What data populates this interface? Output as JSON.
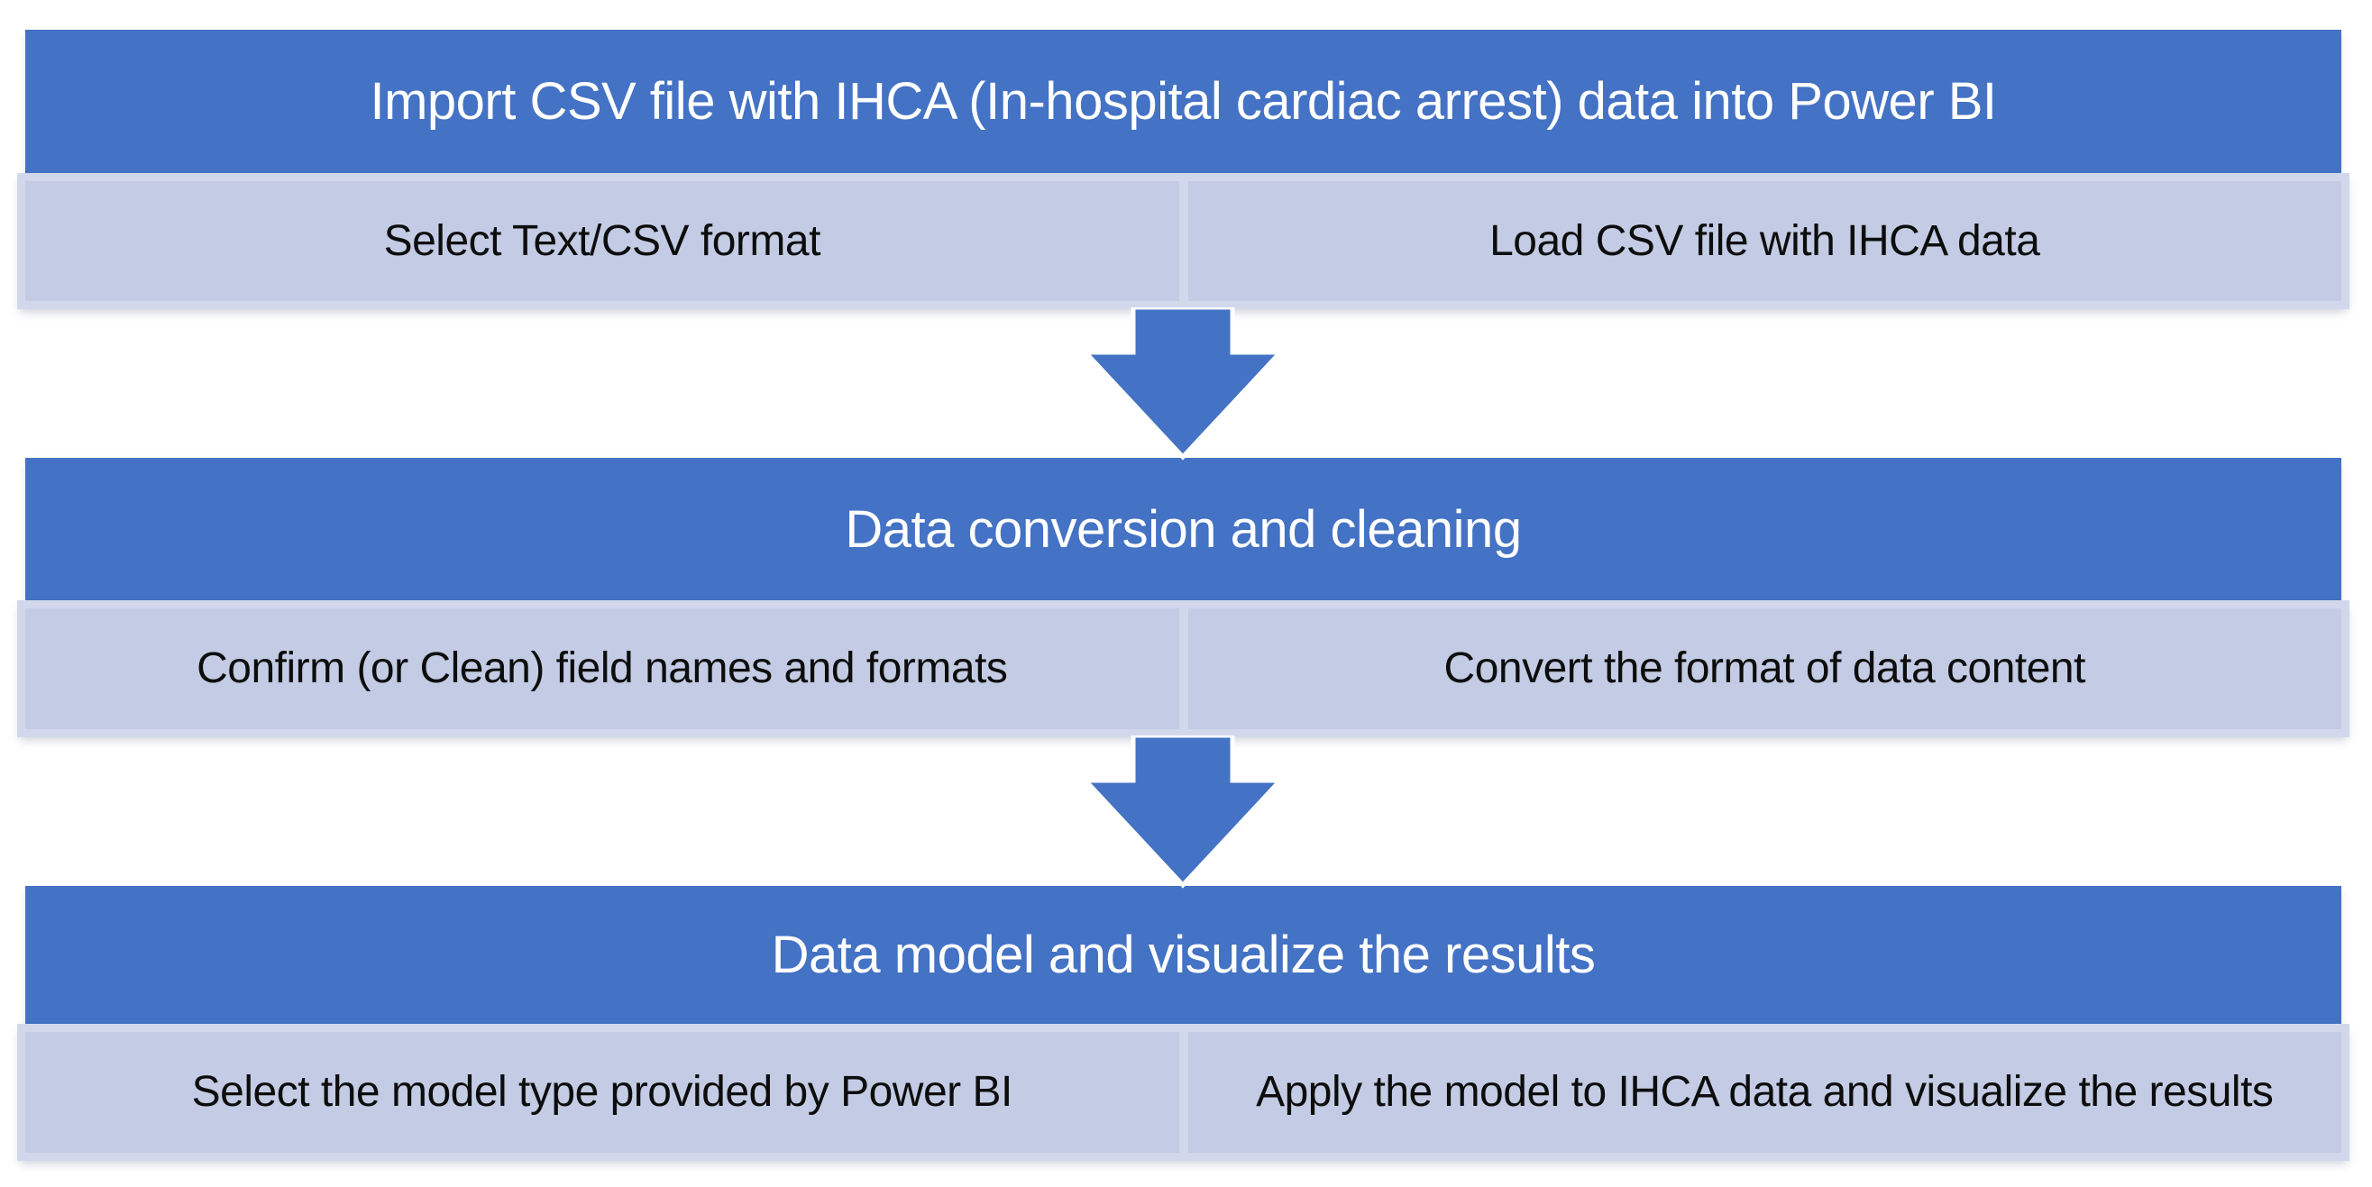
{
  "diagram": {
    "description": "Three-stage flowchart of importing and analyzing IHCA data in Power BI",
    "stages": [
      {
        "title": "Import CSV file with IHCA (In-hospital cardiac arrest) data into Power BI",
        "steps": [
          "Select Text/CSV format",
          "Load CSV file with IHCA data"
        ]
      },
      {
        "title": "Data conversion and cleaning",
        "steps": [
          "Confirm (or Clean) field names and formats",
          "Convert the format of data content"
        ]
      },
      {
        "title": "Data model and visualize the results",
        "steps": [
          "Select the model type provided by Power BI",
          "Apply the model to IHCA data and visualize the results"
        ]
      }
    ],
    "connectors": [
      "down-arrow",
      "down-arrow"
    ]
  },
  "colors": {
    "canvas_bg": "#FFFFFF",
    "header_fill": "#4472C4",
    "header_text": "#FFFFFF",
    "step_frame": "#D2D8EC",
    "step_fill": "#C3CCE4",
    "step_text": "#0D0D0D",
    "arrow_fill": "#4472C4"
  }
}
